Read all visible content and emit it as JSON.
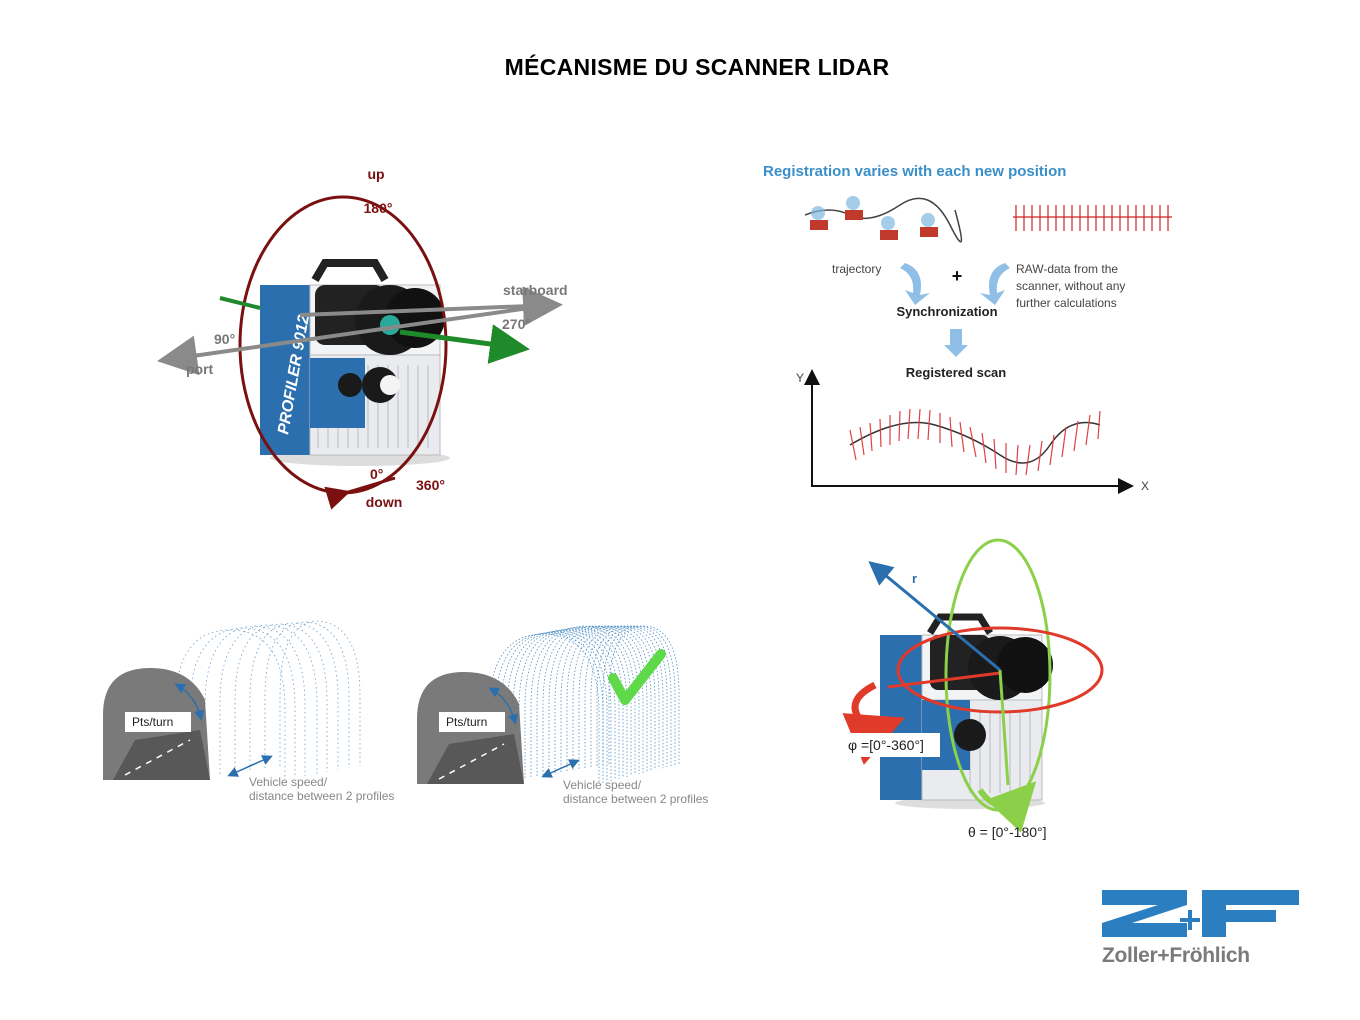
{
  "title": "MÉCANISME DU SCANNER LIDAR",
  "scanner_axes": {
    "up": "up",
    "down": "down",
    "port": "port",
    "starboard": "starboard",
    "deg_180": "180°",
    "deg_90": "90°",
    "deg_270": "270°",
    "deg_0": "0°",
    "deg_360": "360°",
    "device_label": "PROFILER 9012"
  },
  "registration": {
    "title": "Registration varies with each new position",
    "trajectory": "trajectory",
    "plus": "+",
    "raw_line1": "RAW-data from the",
    "raw_line2": "scanner, without any",
    "raw_line3": "further calculations",
    "synchronization": "Synchronization",
    "registered_scan": "Registered scan",
    "axis_y": "Y",
    "axis_x": "X"
  },
  "tunnels": [
    {
      "pts": "Pts/turn",
      "line1": "Vehicle speed/",
      "line2": "distance between 2 profiles"
    },
    {
      "pts": "Pts/turn",
      "line1": "Vehicle speed/",
      "line2": "distance between 2 profiles"
    }
  ],
  "spherical": {
    "r": "r",
    "phi": "φ =[0°-360°]",
    "theta": "θ = [0°-180°]"
  },
  "logo": {
    "name": "Zoller+Fröhlich",
    "mark": "Z+F"
  },
  "colors": {
    "dark_red": "#7a1010",
    "arrow_gray": "#8a8a8a",
    "arrow_green": "#1f8a2a",
    "reg_blue": "#3a8fc8",
    "check_green": "#5fd84a",
    "zf_blue": "#2b7fc0",
    "phi_red": "#e03a2a",
    "theta_green": "#8cd04a"
  }
}
